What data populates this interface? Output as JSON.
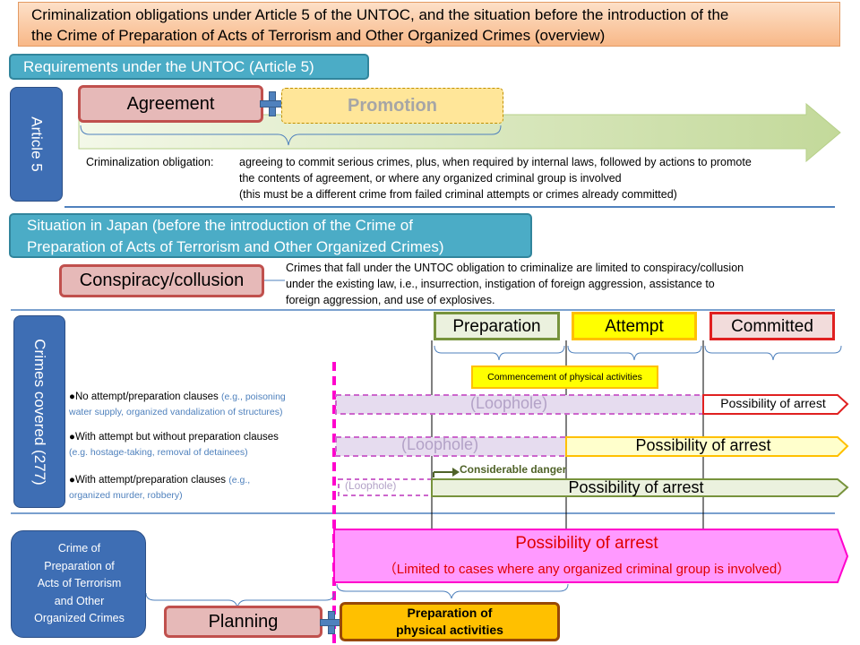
{
  "title": {
    "line1": "Criminalization obligations under Article 5 of the UNTOC, and the situation before the introduction of the",
    "line2": "the Crime of Preparation of Acts of Terrorism and Other Organized Crimes (overview)"
  },
  "section1": {
    "header": "Requirements under the UNTOC (Article 5)",
    "side_label": "Article 5",
    "agreement": "Agreement",
    "promotion": "Promotion",
    "obligation_label": "Criminalization obligation:",
    "obligation_line1": "agreeing to commit serious crimes, plus, when required by internal laws, followed by actions to promote",
    "obligation_line2": "the contents of agreement, or where any organized criminal group is involved",
    "obligation_line3": "(this must be a different crime from failed criminal attempts or crimes already committed)"
  },
  "section2": {
    "header_line1": "Situation in Japan (before the introduction of the Crime of",
    "header_line2": "Preparation of Acts of Terrorism and Other Organized Crimes)",
    "conspiracy": "Conspiracy/collusion",
    "desc_line1": "Crimes that fall under the UNTOC obligation to criminalize are limited to conspiracy/collusion",
    "desc_line2": "under the existing law, i.e., insurrection, instigation of foreign aggression, assistance to",
    "desc_line3": "foreign aggression, and use of explosives."
  },
  "section3": {
    "side_label": "Crimes covered (277)",
    "stage_preparation": "Preparation",
    "stage_attempt": "Attempt",
    "stage_committed": "Committed",
    "commencement": "Commencement of physical activities",
    "row1_main": "No attempt/preparation clauses",
    "row1_eg_a": "(e.g., poisoning",
    "row1_eg_b": "water supply, organized vandalization of structures)",
    "row2_main": "With attempt but without preparation clauses",
    "row2_eg": "(e.g. hostage-taking, removal of detainees)",
    "row3_main": "With attempt/preparation clauses",
    "row3_eg_a": "(e.g.,",
    "row3_eg_b": "organized murder, robbery)",
    "loophole": "(Loophole)",
    "arrest": "Possibility of arrest",
    "considerable_danger": "Considerable danger"
  },
  "section4": {
    "side_label_lines": [
      "Crime of",
      "Preparation of",
      "Acts of Terrorism",
      "and Other",
      "Organized Crimes"
    ],
    "arrest": "Possibility of arrest",
    "limited": "（Limited to cases where any organized criminal group is involved）",
    "planning": "Planning",
    "prep_line1": "Preparation of",
    "prep_line2": "physical activities"
  }
}
